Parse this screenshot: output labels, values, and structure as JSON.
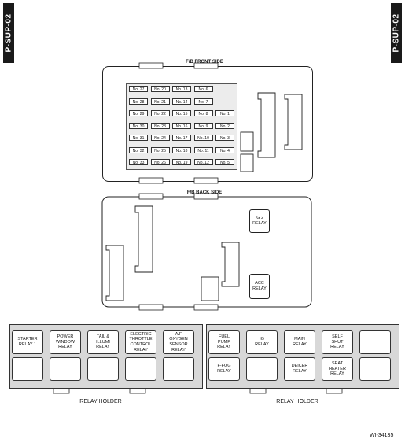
{
  "section_code": "P-SUP-02",
  "front_title": "F/B FRONT SIDE",
  "back_title": "F/B BACK SIDE",
  "fuses": [
    [
      "No. 27",
      "No. 20",
      "No. 13",
      "No. 6",
      ""
    ],
    [
      "No. 28",
      "No. 21",
      "No. 14",
      "No. 7",
      ""
    ],
    [
      "No. 29",
      "No. 22",
      "No. 15",
      "No. 8",
      "No. 1"
    ],
    [
      "No. 30",
      "No. 23",
      "No. 16",
      "No. 9",
      "No. 2"
    ],
    [
      "No. 31",
      "No. 24",
      "No. 17",
      "No. 10",
      "No. 3"
    ],
    [
      "No. 32",
      "No. 25",
      "No. 18",
      "No. 11",
      "No. 4"
    ],
    [
      "No. 33",
      "No. 26",
      "No. 19",
      "No. 12",
      "No. 5"
    ]
  ],
  "back_relays": {
    "ig2": "IG 2\nRELAY",
    "acc": "ACC\nRELAY"
  },
  "holder_left": {
    "label": "RELAY HOLDER",
    "top": [
      "STARTER\nRELAY 1",
      "POWER\nWINDOW\nRELAY",
      "TAIL &\nILLUMI\nRELAY",
      "ELECTRIC\nTHROTTLE\nCONTROL\nRELAY",
      "A/F\nOXYGEN\nSENSOR\nRELAY"
    ],
    "bottom": [
      "",
      "",
      "",
      "",
      ""
    ]
  },
  "holder_right": {
    "label": "RELAY HOLDER",
    "top": [
      "FUEL\nPUMP\nRELAY",
      "IG\nRELAY",
      "MAIN\nRELAY",
      "SELF\nSHUT\nRELAY",
      ""
    ],
    "bottom": [
      "F-FOG\nRELAY",
      "",
      "DEICER\nRELAY",
      "SEAT\nHEATER\nRELAY",
      ""
    ]
  },
  "figure_id": "WI-34135"
}
